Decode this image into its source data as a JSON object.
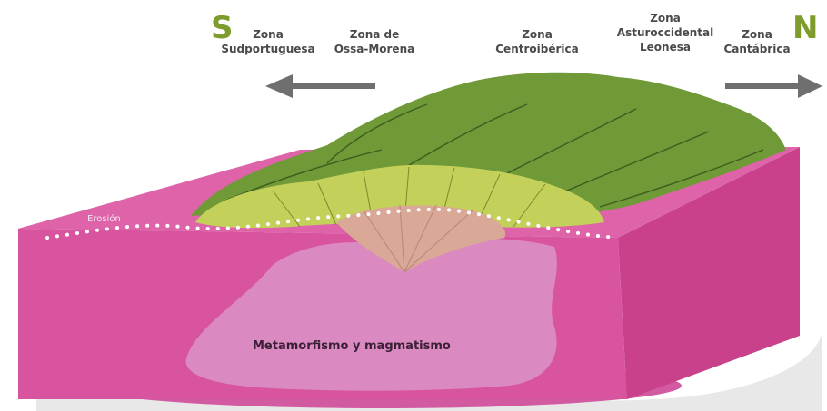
{
  "directions": {
    "south_letter": "S",
    "north_letter": "N"
  },
  "zones": [
    {
      "id": "sudportuguesa",
      "lines": [
        "Zona",
        "Sudportuguesa"
      ]
    },
    {
      "id": "ossa-morena",
      "lines": [
        "Zona de",
        "Ossa-Morena"
      ]
    },
    {
      "id": "centroiberica",
      "lines": [
        "Zona",
        "Centroibérica"
      ]
    },
    {
      "id": "asturoccidental",
      "lines": [
        "Zona",
        "Asturoccidental",
        "Leonesa"
      ]
    },
    {
      "id": "cantabrica",
      "lines": [
        "Zona",
        "Cantábrica"
      ]
    }
  ],
  "labels": {
    "erosion": "Erosión",
    "metamorphism": "Metamorfismo y magmatismo"
  },
  "colors": {
    "accent_green": "#7e9c2c",
    "arrow_gray": "#6f6f6f",
    "crust_pink": "#d9599f",
    "crust_side": "#c8418a",
    "core_pink": "#da8ac0",
    "dark_green": "#6f9a37",
    "light_green": "#c3d15a",
    "core_tan": "#d9a896"
  },
  "icons": {
    "south_arrow": "arrow-left-icon",
    "north_arrow": "arrow-right-icon"
  }
}
